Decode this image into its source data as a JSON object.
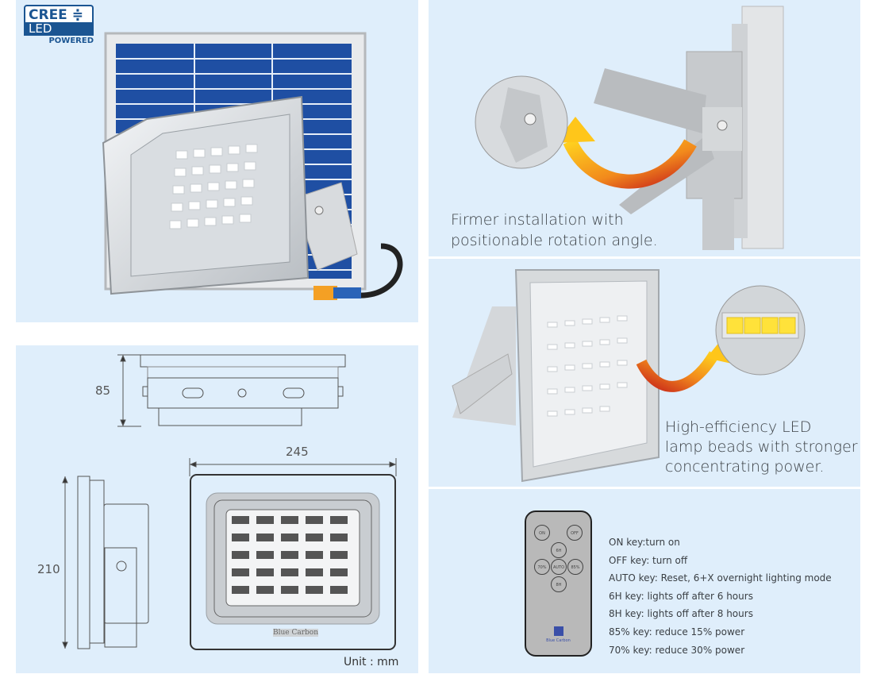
{
  "badge": {
    "brand": "CREE",
    "sub": "LED",
    "powered": "POWERED",
    "symbol": "≑"
  },
  "colors": {
    "panel_bg": "#dfeefb",
    "solar_blue": "#1f4fa3",
    "badge_blue": "#1b5592",
    "arrow_orange": "#f29a1c",
    "arrow_red": "#c8261a"
  },
  "features": {
    "rotation_caption_line1": "Firmer installation with",
    "rotation_caption_line2": "positionable rotation angle.",
    "led_caption_line1": "High-efficiency LED",
    "led_caption_line2": "lamp beads with stronger",
    "led_caption_line3": "concentrating power."
  },
  "dimensions": {
    "height_side": "85",
    "width": "245",
    "height": "210",
    "unit": "Unit : mm",
    "brand_mark": "Blue Carbon"
  },
  "remote": {
    "buttons": {
      "on": "ON",
      "off": "OFF",
      "h6": "6H",
      "h8": "8H",
      "p70": "70%",
      "auto": "AUTO",
      "p85": "85%"
    },
    "brand": "Blue Carbon",
    "legend": [
      "ON key:turn on",
      "OFF key: turn off",
      "AUTO key: Reset, 6+X overnight lighting mode",
      "6H key: lights off after 6 hours",
      "8H key: lights off after 8 hours",
      "85% key: reduce 15% power",
      "70% key: reduce 30% power"
    ]
  }
}
